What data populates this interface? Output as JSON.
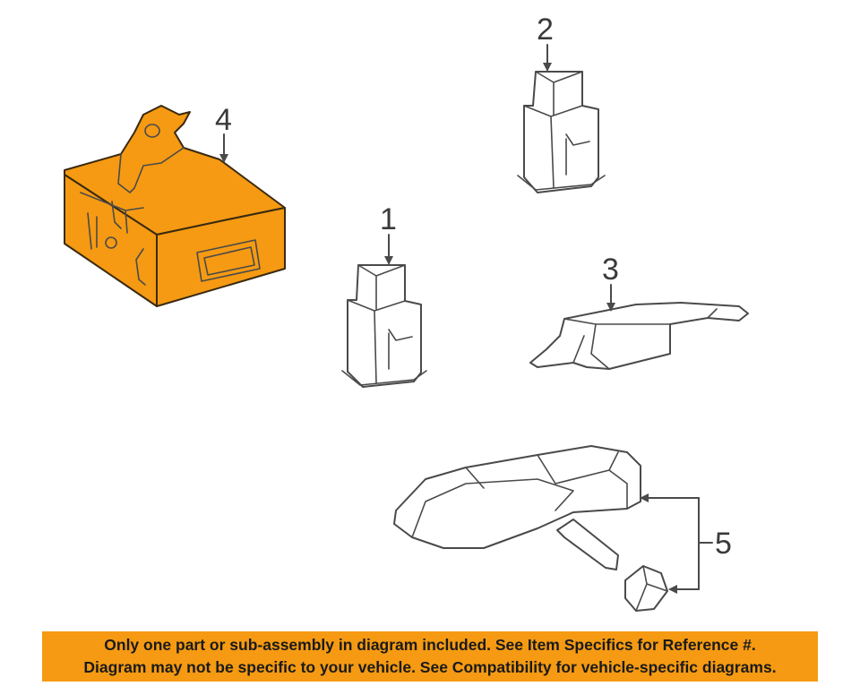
{
  "colors": {
    "highlight": "#f59a12",
    "footer_background": "#f59a12",
    "line": "#4a4a4a"
  },
  "callouts": [
    "1",
    "2",
    "3",
    "4",
    "5"
  ],
  "highlighted_part": "4",
  "footer": {
    "line1": "Only one part or sub-assembly in diagram included. See Item Specifics for Reference #.",
    "line2": "Diagram may not be specific to your vehicle. See Compatibility for vehicle-specific diagrams."
  }
}
